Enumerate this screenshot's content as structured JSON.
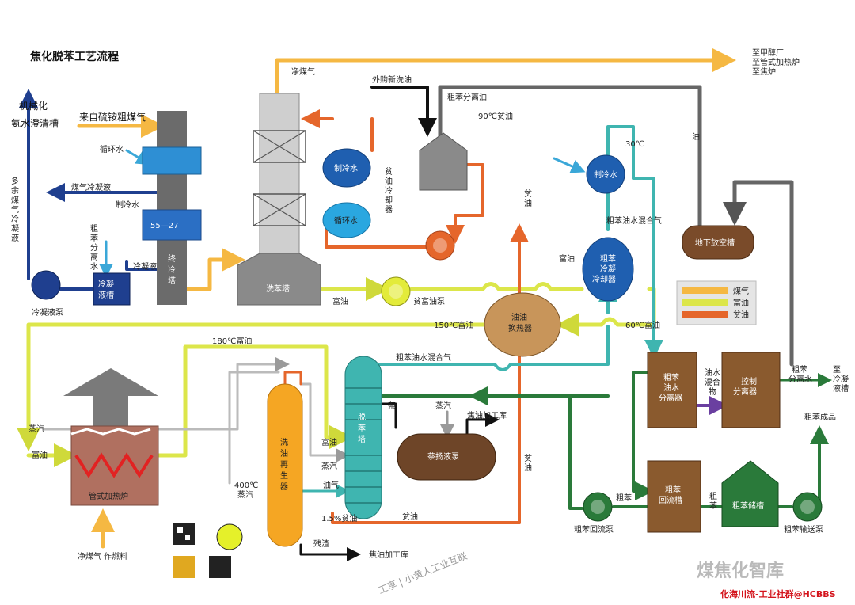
{
  "title": "焦化脱苯工艺流程",
  "colors": {
    "gas": "#f5b843",
    "rich_oil": "#dce64a",
    "lean_oil": "#e5662b",
    "dark": "#1f3f8f",
    "teal": "#3fb5b0",
    "green": "#2a7a3a",
    "gray": "#666666",
    "brown": "#8b5a2b"
  },
  "labels": {
    "mechanized_tank": [
      "机械化",
      "氨水澄清槽"
    ],
    "from_ammonium": "来自硫铵粗煤气",
    "circ_water_1": "循环水",
    "gas_condensate": "煤气冷凝液",
    "chilled_water_1": "制冷水",
    "temp_pair": "55—27",
    "excess_condensate": [
      "多",
      "余",
      "煤",
      "气",
      "冷",
      "凝",
      "液"
    ],
    "crude_benzene_sep_water": [
      "粗",
      "苯",
      "分",
      "离",
      "水"
    ],
    "condensate": "冷凝液",
    "condensate_tank": [
      "冷凝",
      "液槽"
    ],
    "condensate_pump": "冷凝液泵",
    "final_cooler": [
      "终",
      "冷",
      "塔"
    ],
    "clean_gas": "净煤气",
    "to_plants": [
      "至甲醇厂",
      "至管式加热炉",
      "至焦炉"
    ],
    "scrubber": "洗苯塔",
    "chilled_water_2": "制冷水",
    "circ_water_2": "循环水",
    "lean_oil_cooler": [
      "贫",
      "油",
      "冷",
      "却",
      "器"
    ],
    "outsource_wash_oil": "外购新洗油",
    "crude_sep_oil": "粗苯分离油",
    "lean_90": "90℃贫油",
    "lean_oil_v1": [
      "贫",
      "油"
    ],
    "rich_oil_1": "富油",
    "lean_rich_pump": "贫富油泵",
    "rich_oil_2": "富油",
    "oil_exchanger": [
      "油油",
      "换热器"
    ],
    "rich_150": "150℃富油",
    "chilled_water_3": "制冷水",
    "temp_30": "30℃",
    "mixed_gas_1": "粗苯油水混合气",
    "crude_condenser": [
      "粗苯",
      "冷凝",
      "冷却器"
    ],
    "rich_60": "60℃富油",
    "oil_label": "油",
    "underground_tank": "地下放空槽",
    "legend": [
      "煤气",
      "富油",
      "贫油"
    ],
    "rich_180": "180℃富油",
    "mixed_gas_2": "粗苯油水混合气",
    "steam_1": "蒸汽",
    "steam_2": "蒸汽",
    "rich_oil_3": "富油",
    "tube_furnace": "管式加热炉",
    "fuel": "净煤气    作燃料",
    "wash_oil_regen": [
      "洗",
      "油",
      "再",
      "生",
      "器"
    ],
    "temp_400": [
      "400℃",
      "蒸汽"
    ],
    "rich_oil_4": "富油",
    "steam_3": "蒸汽",
    "oil_gas": "油气",
    "debenzene": [
      "脱",
      "苯",
      "塔"
    ],
    "naphthalene": "萘",
    "steam_4": "蒸汽",
    "tar_plant_1": "焦油加工库",
    "naph_tank": "萘扬液泵",
    "lean_oil_v2": [
      "贫",
      "油"
    ],
    "pct_lean": "1.5%贫油",
    "lean_oil_h": "贫油",
    "residue": "残渣",
    "tar_plant_2": "焦油加工库",
    "oil_water_sep": [
      "粗苯",
      "油水",
      "分离器"
    ],
    "oil_water_mix": [
      "油水",
      "混合",
      "物"
    ],
    "control_sep": [
      "控制",
      "分离器"
    ],
    "crude_sep_water_2": [
      "粗苯",
      "分离水"
    ],
    "to_cond_tank": [
      "至",
      "冷凝",
      "液槽"
    ],
    "crude_product": "粗苯成品",
    "crude_pump_left": "粗苯",
    "reflux_tank": [
      "粗苯",
      "回流槽"
    ],
    "crude_label_v": [
      "粗",
      "苯"
    ],
    "storage": "粗苯储槽",
    "reflux_pump": "粗苯回流泵",
    "transfer_pump": "粗苯输送泵",
    "watermark_1": "工享 | 小黄人工业互联",
    "watermark_2": "煤焦化智库",
    "watermark_3": "化海川流-工业社群@HCBBS"
  }
}
